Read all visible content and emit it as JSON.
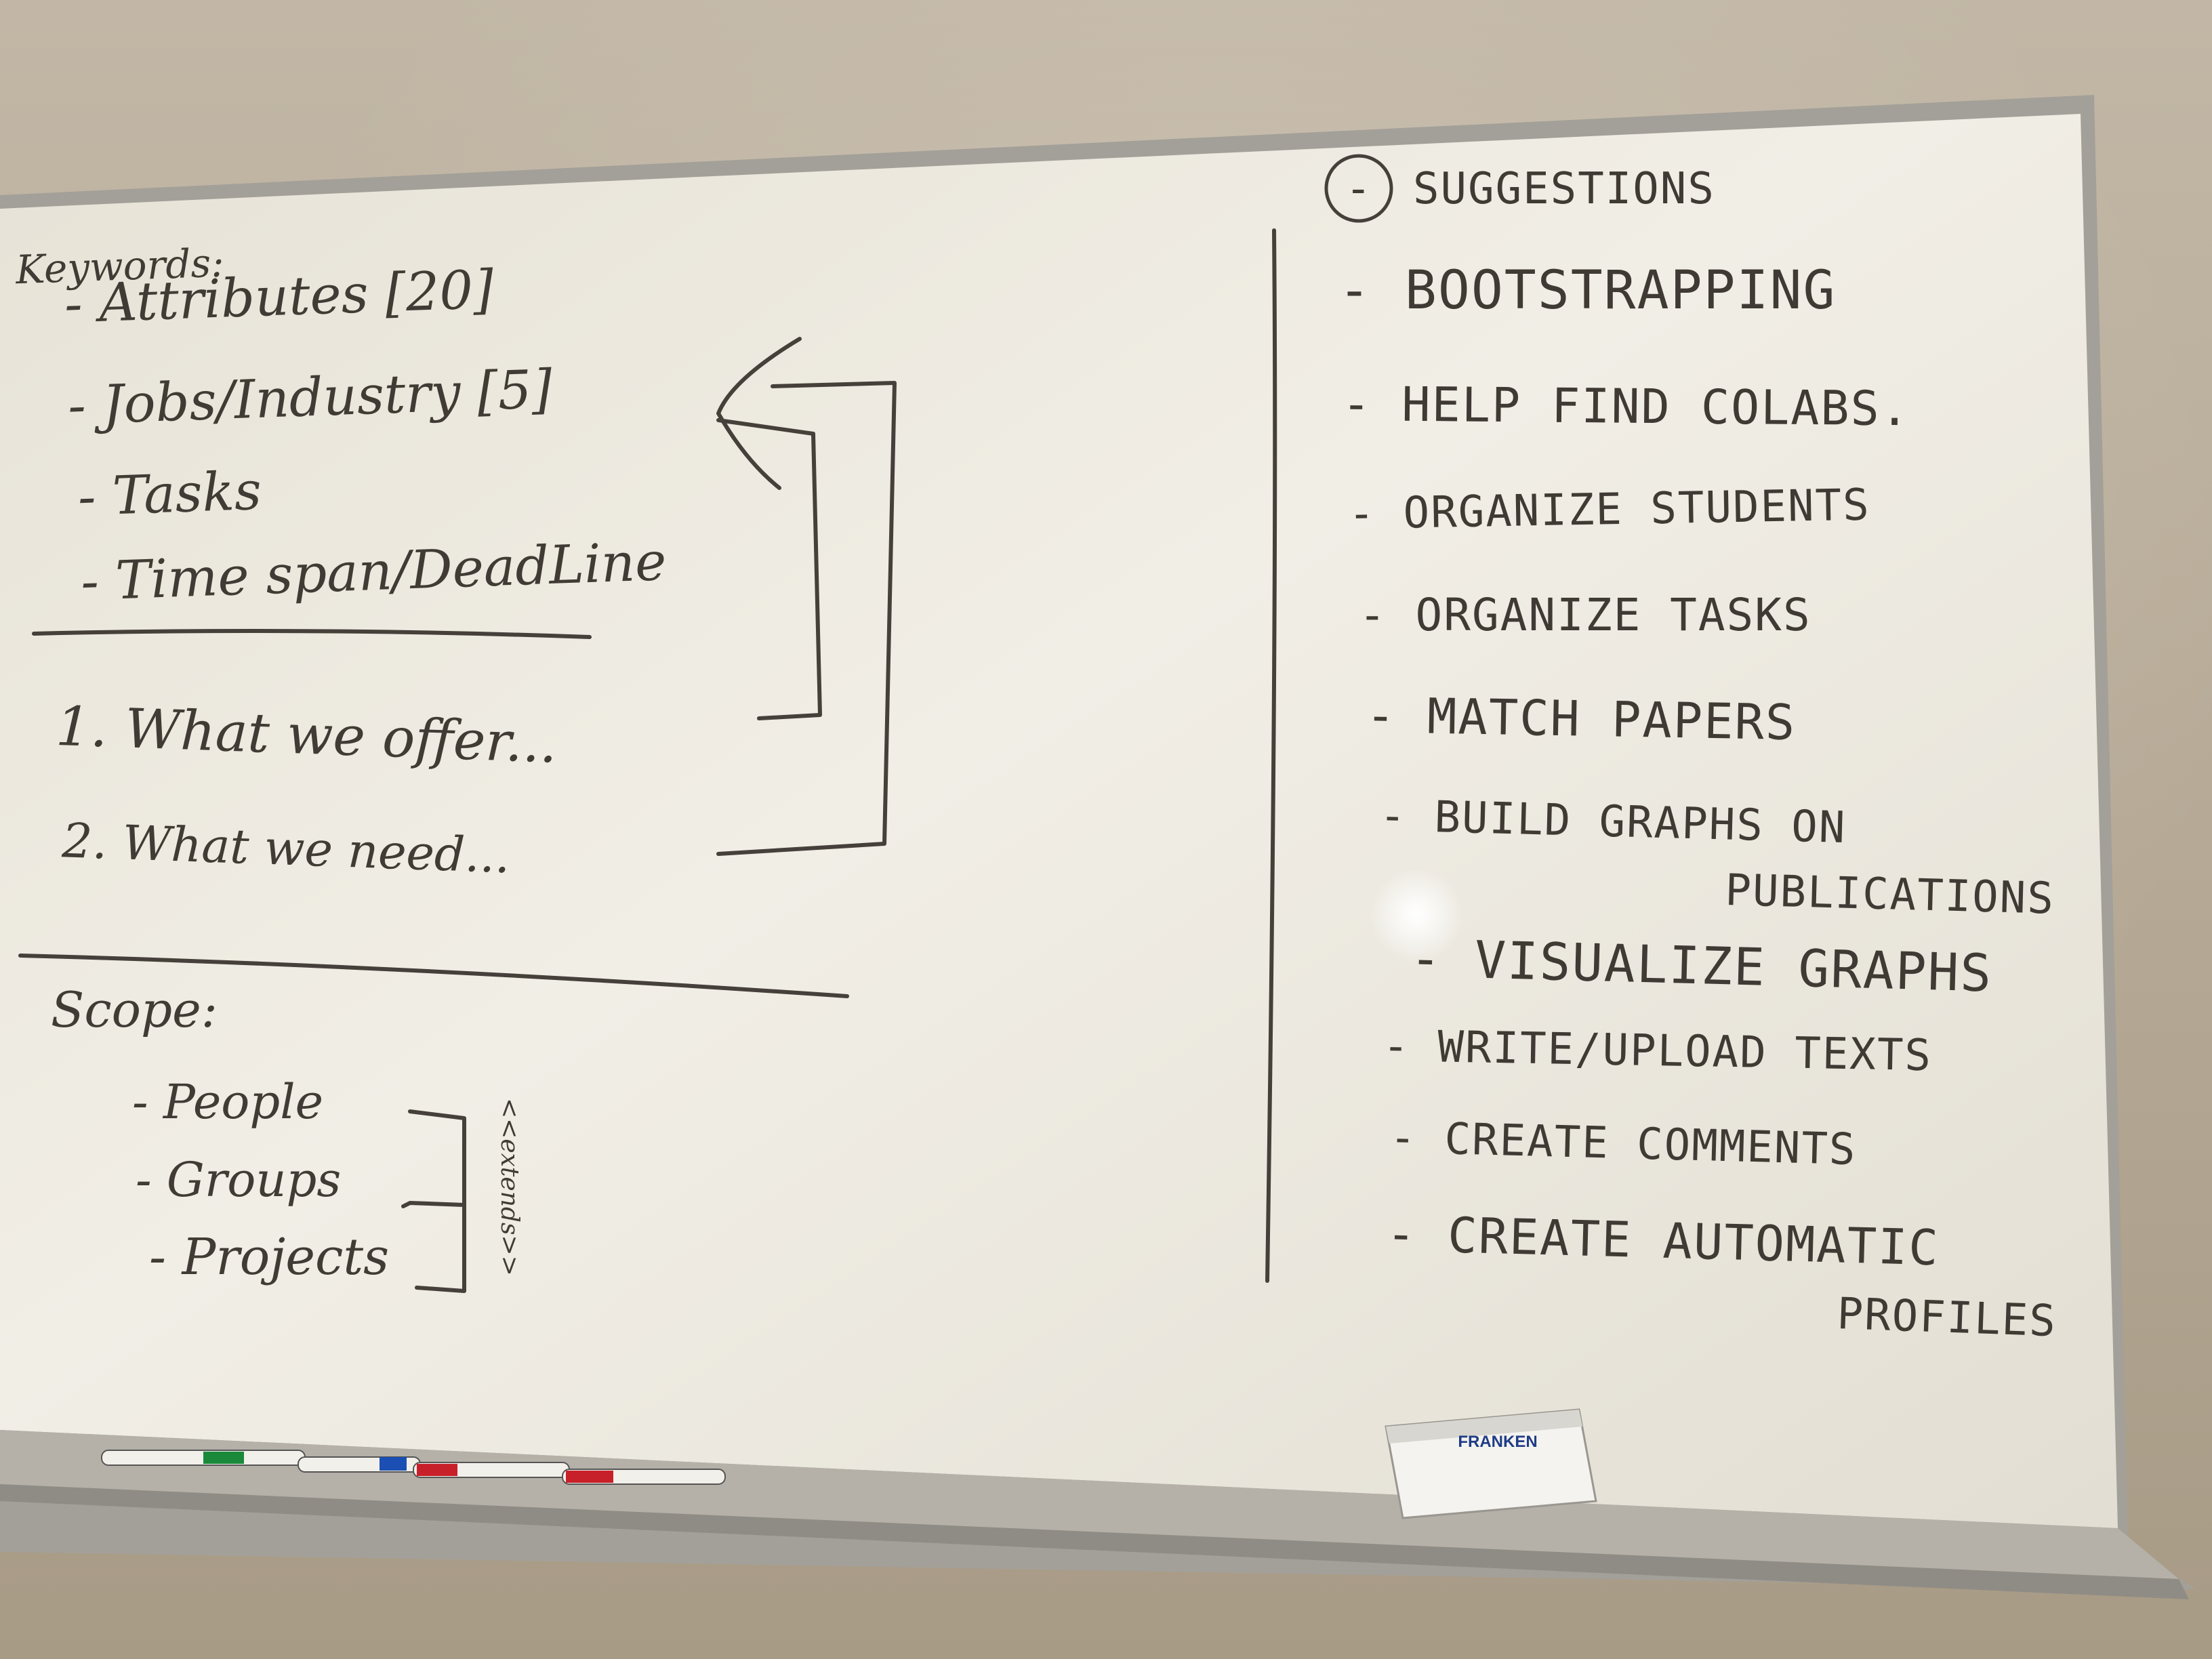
{
  "left": {
    "keywords_title": "Keywords:",
    "keywords": [
      "- Attributes [20]",
      "- Jobs/Industry [5]",
      "- Tasks",
      "- Time span/DeadLine"
    ],
    "offer_items": [
      "1. What we offer...",
      "2. What we need..."
    ],
    "scope_title": "Scope:",
    "scope_items": [
      "- People",
      "- Groups",
      "- Projects"
    ],
    "extends_label": "<<extends>>"
  },
  "right": {
    "suggestions_title": "SUGGESTIONS",
    "suggestions_marker": "-",
    "items": [
      "- BOOTSTRAPPING",
      "- HELP FIND COLABS.",
      "- ORGANIZE STUDENTS",
      "- ORGANIZE TASKS",
      "- MATCH PAPERS",
      "- BUILD GRAPHS ON",
      "PUBLICATIONS",
      "- VISUALIZE GRAPHS",
      "- WRITE/UPLOAD TEXTS",
      "- CREATE COMMENTS",
      "- CREATE AUTOMATIC",
      "PROFILES"
    ]
  },
  "eraser": {
    "brand": "FRANKEN"
  },
  "colors": {
    "wall": "#bcb09e",
    "board": "#ece9e0",
    "frame": "#9d9a93",
    "ink": "#3f3a33",
    "eraser_logo": "#1f3c86"
  }
}
